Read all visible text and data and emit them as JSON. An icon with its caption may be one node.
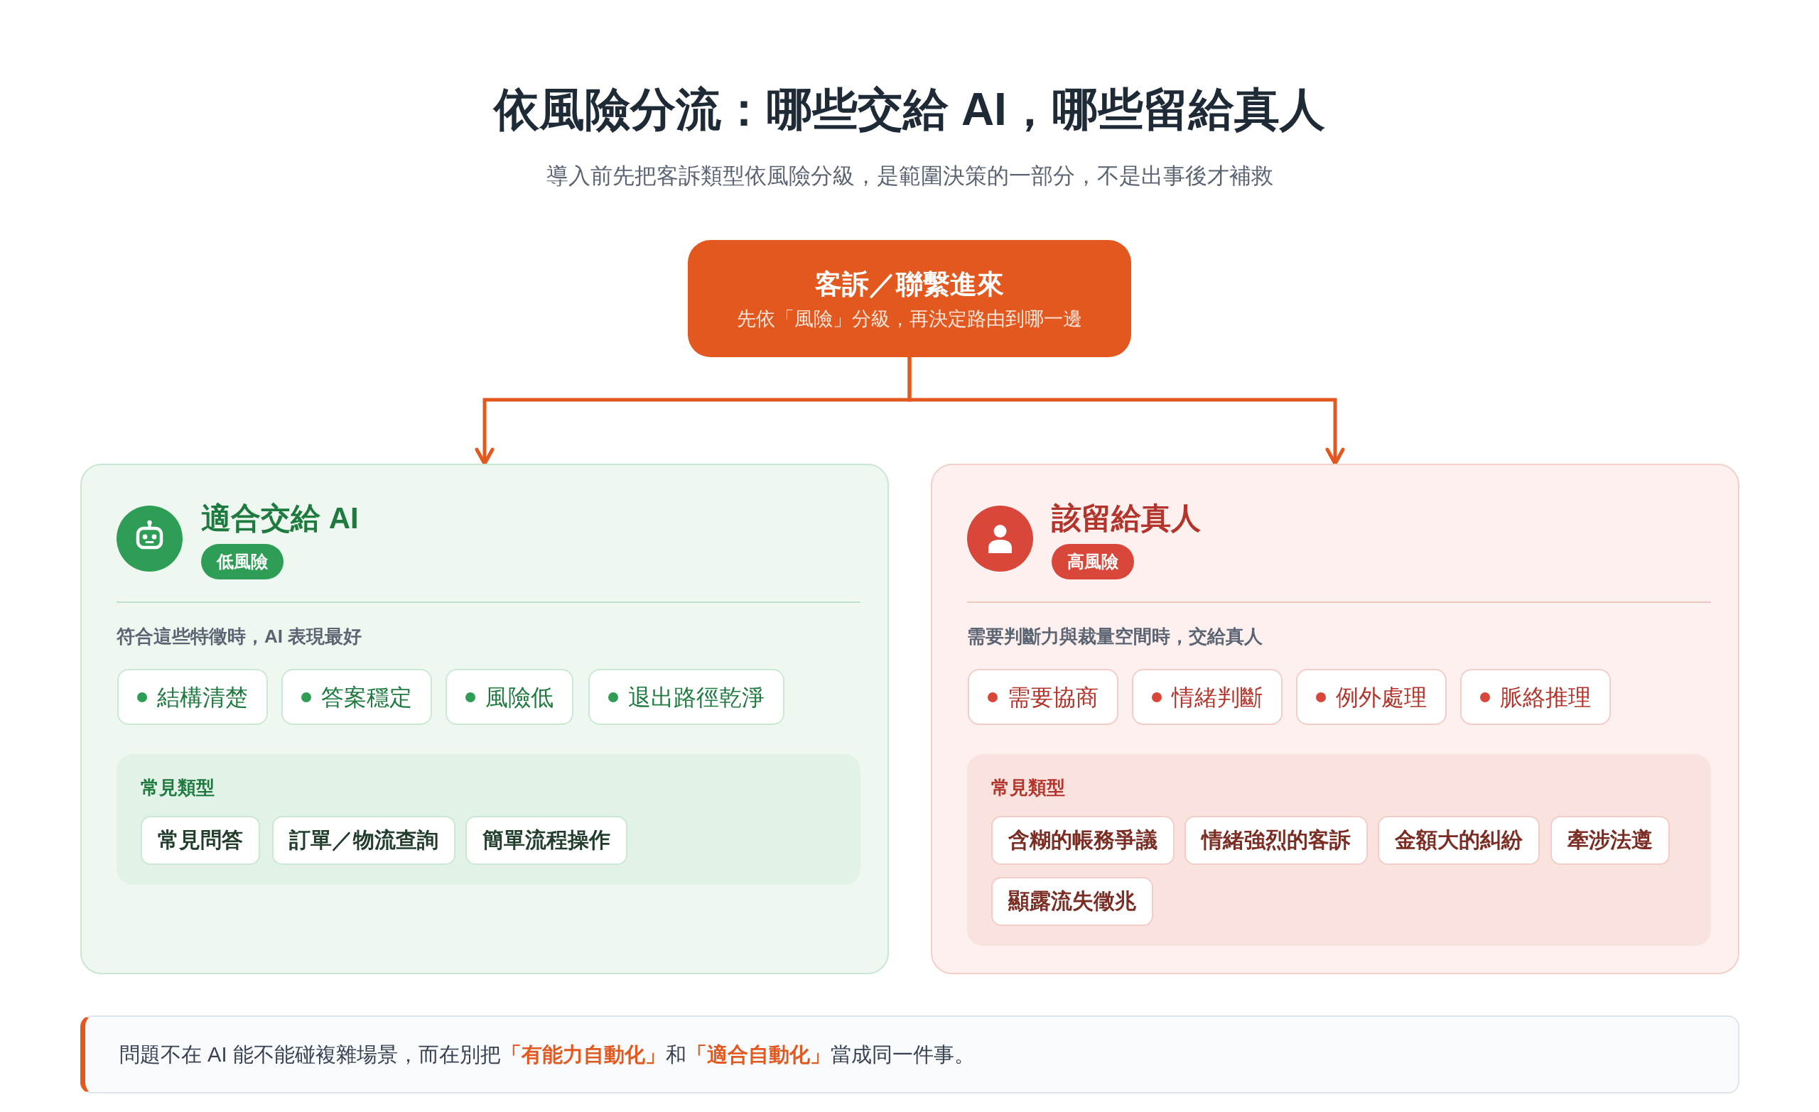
{
  "diagram": {
    "title": "依風險分流：哪些交給 AI，哪些留給真人",
    "caption": "導入前先把客訴類型依風險分級，是範圍決策的一部分，不是出事後才補救",
    "nodes": [
      {
        "text": [
          "客訴／聯繫進來",
          "先依「風險」分級，再決定路由到哪一邊"
        ]
      },
      {
        "text": [
          "適合交給 AI",
          "符合這些特徵時，AI 表現最好"
        ]
      },
      {
        "text": [
          "低風險"
        ],
        "in": 1
      },
      {
        "text": [
          "結構清楚"
        ],
        "in": 1
      },
      {
        "text": [
          "答案穩定"
        ],
        "in": 1
      },
      {
        "text": [
          "風險低"
        ],
        "in": 1
      },
      {
        "text": [
          "退出路徑乾淨"
        ],
        "in": 1
      },
      {
        "text": [
          "常見類型"
        ],
        "in": 1
      },
      {
        "text": [
          "常見問答"
        ],
        "in": 7
      },
      {
        "text": [
          "訂單／物流查詢"
        ],
        "in": 7
      },
      {
        "text": [
          "簡單流程操作"
        ],
        "in": 7
      },
      {
        "text": [
          "該留給真人",
          "需要判斷力與裁量空間時，交給真人"
        ]
      },
      {
        "text": [
          "高風險"
        ],
        "in": 11
      },
      {
        "text": [
          "需要協商"
        ],
        "in": 11
      },
      {
        "text": [
          "情緒判斷"
        ],
        "in": 11
      },
      {
        "text": [
          "例外處理"
        ],
        "in": 11
      },
      {
        "text": [
          "脈絡推理"
        ],
        "in": 11
      },
      {
        "text": [
          "常見類型"
        ],
        "in": 11
      },
      {
        "text": [
          "含糊的帳務爭議"
        ],
        "in": 17
      },
      {
        "text": [
          "情緒強烈的客訴"
        ],
        "in": 17
      },
      {
        "text": [
          "金額大的糾紛"
        ],
        "in": 17
      },
      {
        "text": [
          "牽涉法遵"
        ],
        "in": 17
      },
      {
        "text": [
          "顯露流失徵兆"
        ],
        "in": 17
      },
      {
        "text": [
          "問題不在 AI 能不能碰複雜場景，而在別把**「有能力自動化」**和**「適合自動化」**當成同一件事。"
        ]
      }
    ],
    "edges": [
      {
        "from": 0,
        "to": 1,
        "arrow": "to"
      },
      {
        "from": 0,
        "to": 11,
        "arrow": "to"
      }
    ]
  }
}
